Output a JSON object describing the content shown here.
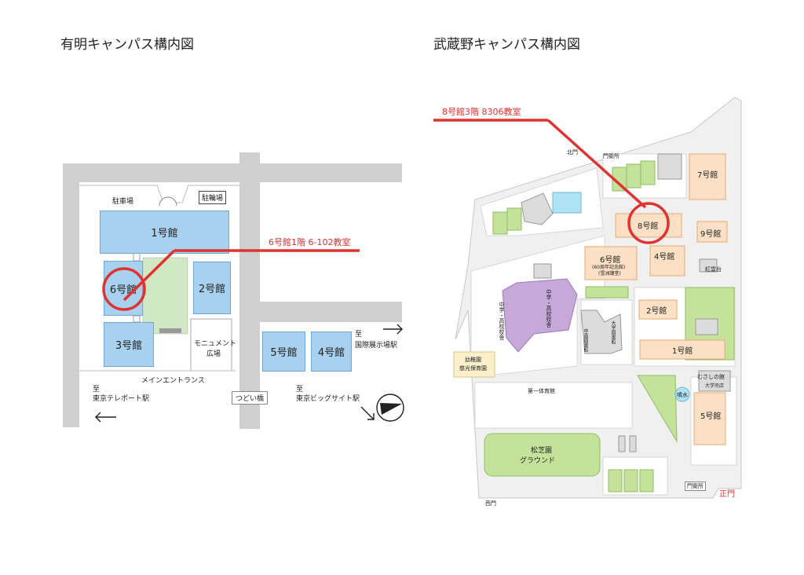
{
  "ariake": {
    "title": "有明キャンパス構内図",
    "labels": {
      "parking": "駐車場",
      "bike_parking": "駐輪場",
      "main_entrance": "メインエントランス",
      "monument": "モニュメント",
      "monument_plaza": "広場",
      "tsudoi_bridge": "つどい橋",
      "to_teleport_1": "至",
      "to_teleport_2": "東京テレポート駅",
      "to_kokusai_1": "至",
      "to_kokusai_2": "国際展示場駅",
      "to_bigsight_1": "至",
      "to_bigsight_2": "東京ビッグサイト駅"
    },
    "buildings": {
      "b1": "1号館",
      "b2": "2号館",
      "b3": "3号館",
      "b4": "4号館",
      "b5": "5号館",
      "b6": "6号館"
    },
    "callout": "6号館1階 6-102教室",
    "colors": {
      "building": "#a8d0ef",
      "highlight": "#e0322f",
      "road": "#cfcfcf"
    }
  },
  "musashino": {
    "title": "武蔵野キャンパス構内図",
    "callout": "8号館3階 8306教室",
    "labels": {
      "north_gate": "北門",
      "gatehouse": "門衛所",
      "west_gate": "西門",
      "main_gate": "正門",
      "gatehouse_south": "門衛所",
      "kindergarten_1": "幼稚園",
      "kindergarten_2": "慈光保育園",
      "gym": "第一体育館",
      "ground_1": "松芝園",
      "ground_2": "グラウンド",
      "observatory": "紅雲台",
      "fountain": "噴水",
      "shop_1": "むさしの館",
      "shop_2": "大学売店",
      "hs_jhs_1": "中学・高校校舎",
      "hs_jhs_2": "中学・高校校舎",
      "univ_bldg": "大学図書館",
      "chu_bldg": "中高図書館",
      "b6_sub_1": "(60周年記念館)",
      "b6_sub_2": "(雪洲講堂)"
    },
    "buildings": {
      "b1": "1号館",
      "b2": "2号館",
      "b4": "4号館",
      "b5": "5号館",
      "b6": "6号館",
      "b7": "7号館",
      "b8": "8号館",
      "b9": "9号館"
    },
    "colors": {
      "building": "#fbe0c6",
      "building_border": "#e7a973",
      "green": "#c5e29b",
      "purple": "#c6a8d9",
      "highlight": "#e0322f"
    }
  },
  "icons": {
    "compass": "compass-icon",
    "arrow_left": "arrow-left-icon",
    "arrow_right": "arrow-right-icon",
    "arrow_down_right": "arrow-down-right-icon"
  }
}
